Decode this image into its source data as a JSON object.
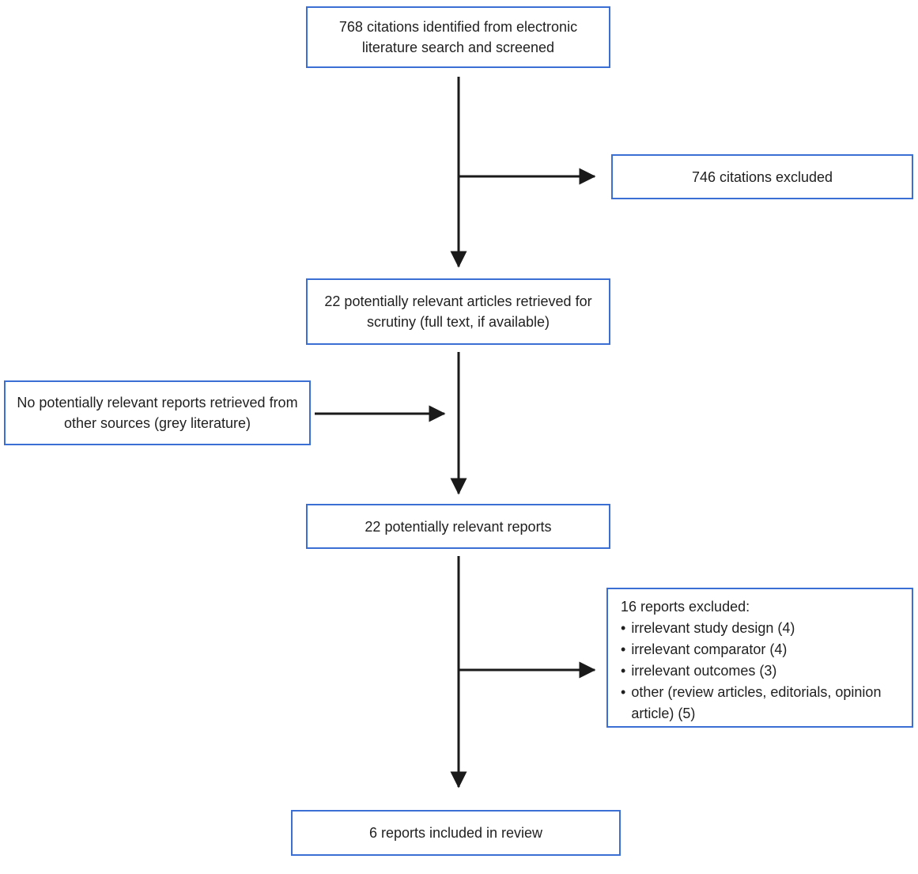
{
  "diagram": {
    "title": "Literature screening flowchart",
    "border_color": "#3b6fd4",
    "arrow_color": "#1a1a1a",
    "bullet": "•",
    "nodes": {
      "identified": {
        "text": "768 citations identified from electronic literature search and screened"
      },
      "excluded_citations": {
        "text": "746 citations excluded"
      },
      "retrieved": {
        "text": "22 potentially relevant articles retrieved for scrutiny (full text, if available)"
      },
      "grey_literature": {
        "text": "No potentially relevant reports retrieved from other sources (grey literature)"
      },
      "relevant_reports": {
        "text": "22 potentially relevant reports"
      },
      "excluded_reports": {
        "title": "16 reports excluded:",
        "items": [
          "irrelevant study design (4)",
          "irrelevant comparator (4)",
          "irrelevant outcomes (3)",
          "other (review articles, editorials, opinion article) (5)"
        ]
      },
      "included": {
        "text": "6 reports included in review"
      }
    }
  }
}
